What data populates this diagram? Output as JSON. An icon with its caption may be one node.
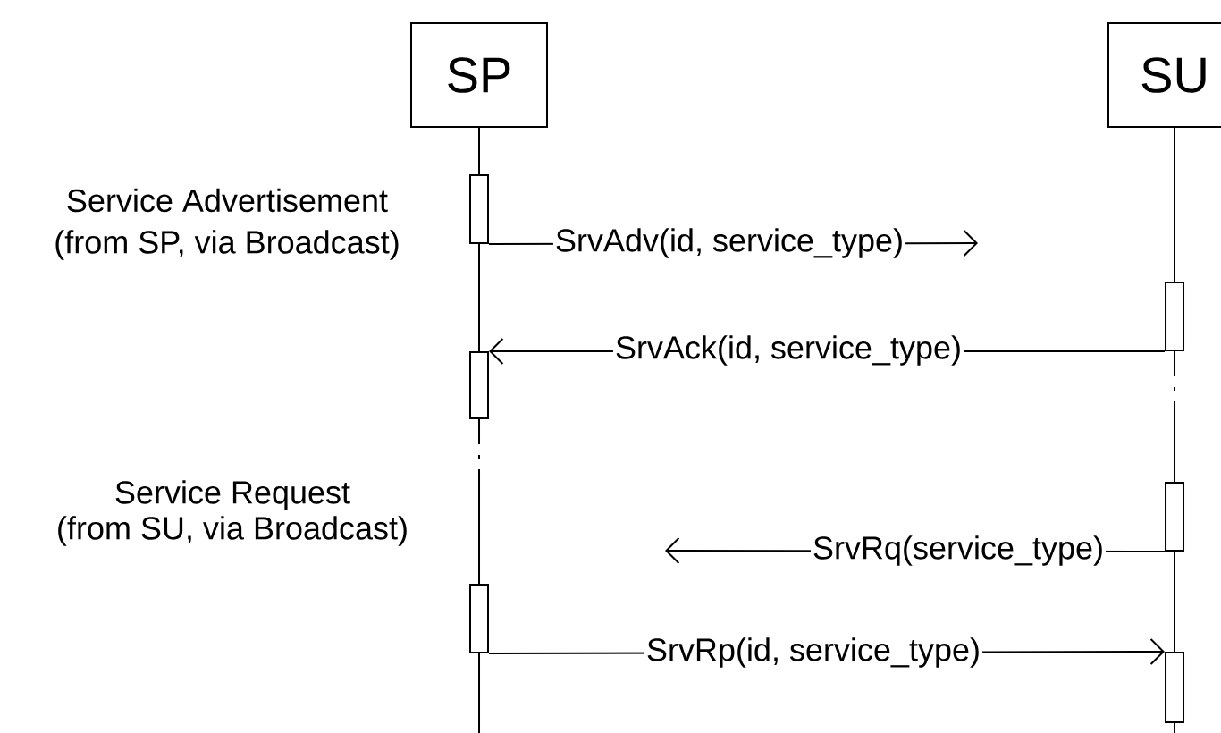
{
  "diagram": {
    "nodes": [
      {
        "text": [
          "SP"
        ]
      },
      {
        "text": [
          "SU"
        ]
      },
      {
        "text": [],
        "shape": "bar"
      },
      {
        "text": [],
        "shape": "bar"
      },
      {
        "text": [],
        "shape": "bar"
      },
      {
        "text": [],
        "shape": "bar"
      },
      {
        "text": [],
        "shape": "bar"
      },
      {
        "text": [],
        "shape": "bar"
      }
    ],
    "edges": [
      {
        "from": 2,
        "to": null,
        "arrow": "to",
        "label": "SrvAdv(id, service_type)"
      },
      {
        "from": 3,
        "to": 4,
        "arrow": "to",
        "label": "SrvAck(id, service_type)"
      },
      {
        "from": 5,
        "to": null,
        "arrow": "to",
        "label": "SrvRq(service_type)"
      },
      {
        "from": 6,
        "to": 7,
        "arrow": "to",
        "label": "SrvRp(id, service_type)"
      },
      {
        "from": 0,
        "to": 2,
        "arrow": "none"
      },
      {
        "from": 2,
        "to": 4,
        "arrow": "none"
      },
      {
        "from": 4,
        "to": 6,
        "arrow": "none",
        "style": "dashed"
      },
      {
        "from": 6,
        "to": null,
        "arrow": "none"
      },
      {
        "from": 1,
        "to": 3,
        "arrow": "none"
      },
      {
        "from": 3,
        "to": 5,
        "arrow": "none",
        "style": "dashed"
      },
      {
        "from": 5,
        "to": 7,
        "arrow": "none"
      },
      {
        "from": 7,
        "to": null,
        "arrow": "none"
      }
    ],
    "labels": [
      "Service Advertisement",
      "(from SP, via Broadcast)",
      "Service Request",
      "(from SU, via Broadcast)"
    ]
  }
}
